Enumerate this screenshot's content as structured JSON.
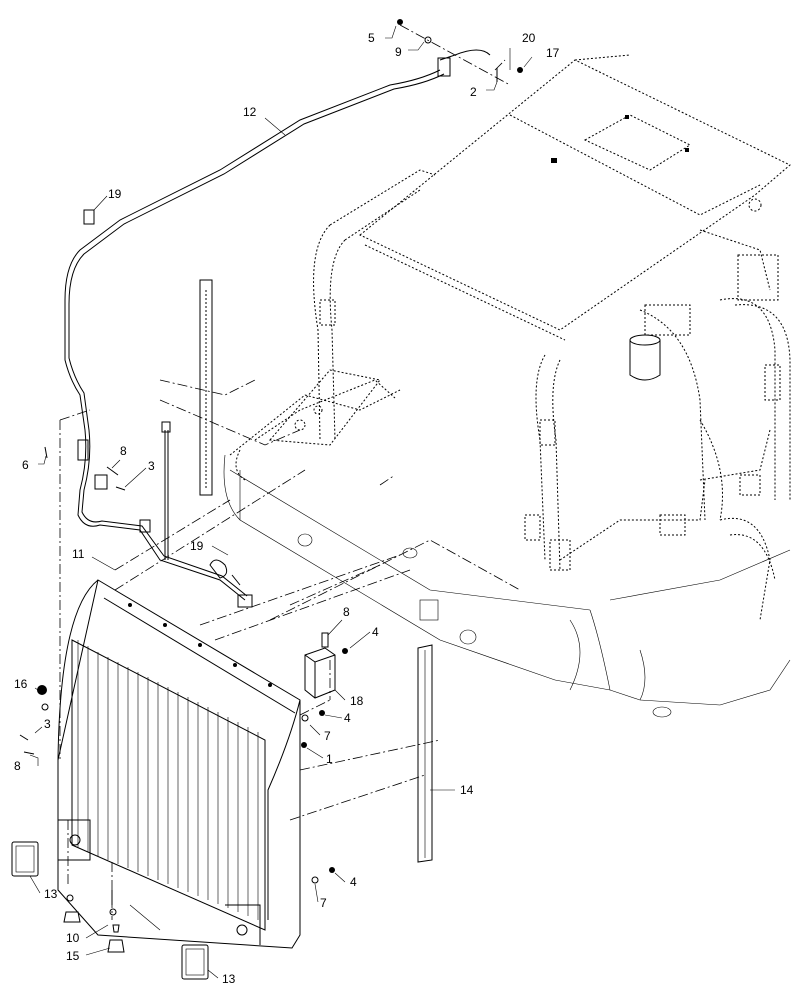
{
  "callouts": [
    {
      "id": "c5",
      "label": "5"
    },
    {
      "id": "c9",
      "label": "9"
    },
    {
      "id": "c20",
      "label": "20"
    },
    {
      "id": "c17",
      "label": "17"
    },
    {
      "id": "c2",
      "label": "2"
    },
    {
      "id": "c12",
      "label": "12"
    },
    {
      "id": "c19a",
      "label": "19"
    },
    {
      "id": "c6",
      "label": "6"
    },
    {
      "id": "c8a",
      "label": "8"
    },
    {
      "id": "c3a",
      "label": "3"
    },
    {
      "id": "c11",
      "label": "11"
    },
    {
      "id": "c19b",
      "label": "19"
    },
    {
      "id": "c8b",
      "label": "8"
    },
    {
      "id": "c4a",
      "label": "4"
    },
    {
      "id": "c18",
      "label": "18"
    },
    {
      "id": "c16",
      "label": "16"
    },
    {
      "id": "c3b",
      "label": "3"
    },
    {
      "id": "c7a",
      "label": "7"
    },
    {
      "id": "c4b",
      "label": "4"
    },
    {
      "id": "c1",
      "label": "1"
    },
    {
      "id": "c8c",
      "label": "8"
    },
    {
      "id": "c14",
      "label": "14"
    },
    {
      "id": "c13a",
      "label": "13"
    },
    {
      "id": "c4c",
      "label": "4"
    },
    {
      "id": "c7b",
      "label": "7"
    },
    {
      "id": "c10",
      "label": "10"
    },
    {
      "id": "c15",
      "label": "15"
    },
    {
      "id": "c13b",
      "label": "13"
    }
  ]
}
